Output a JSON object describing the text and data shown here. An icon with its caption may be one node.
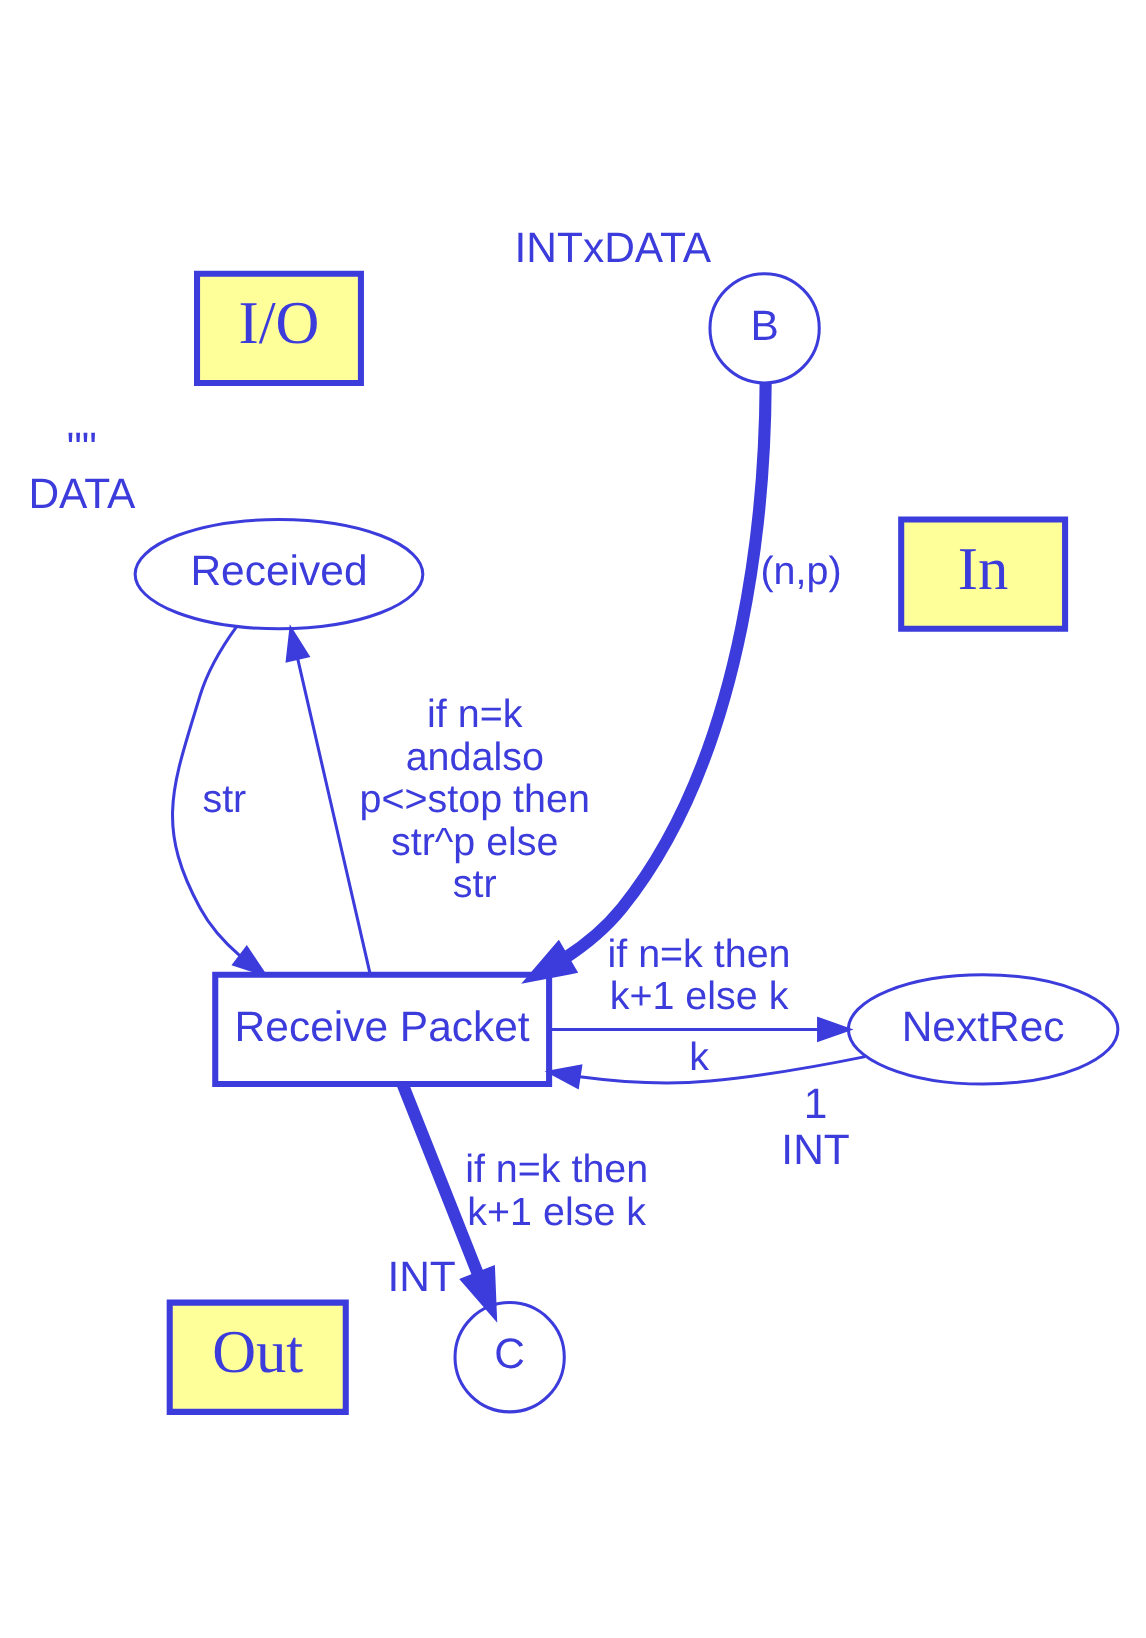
{
  "diagram": {
    "nodes": [
      {
        "text": [
          "I/O"
        ]
      },
      {
        "text": [
          "Received"
        ],
        "beside": [
          "\"\"",
          "DATA"
        ]
      },
      {
        "text": [
          "B"
        ],
        "beside": [
          "INTxDATA"
        ]
      },
      {
        "text": [
          "In"
        ]
      },
      {
        "text": [
          "NextRec"
        ],
        "beside": [
          "1",
          "INT"
        ]
      },
      {
        "text": [
          "Receive Packet"
        ]
      },
      {
        "text": [
          "Out"
        ]
      },
      {
        "text": [
          "C"
        ],
        "beside": [
          "INT"
        ]
      }
    ],
    "edges": [
      {
        "from": 1,
        "to": 5,
        "arrow": "to",
        "label": "str"
      },
      {
        "from": 5,
        "to": 1,
        "arrow": "to",
        "label": "if n=k andalso p<>stop then str^p else str"
      },
      {
        "from": 2,
        "to": 5,
        "arrow": "to",
        "label": "(n,p)",
        "style": "thick"
      },
      {
        "from": 4,
        "to": 5,
        "arrow": "to",
        "label": "k"
      },
      {
        "from": 5,
        "to": 4,
        "arrow": "to",
        "label": "if n=k then k+1 else k"
      },
      {
        "from": 5,
        "to": 7,
        "arrow": "to",
        "label": "if n=k then k+1 else k",
        "style": "thick"
      }
    ]
  }
}
